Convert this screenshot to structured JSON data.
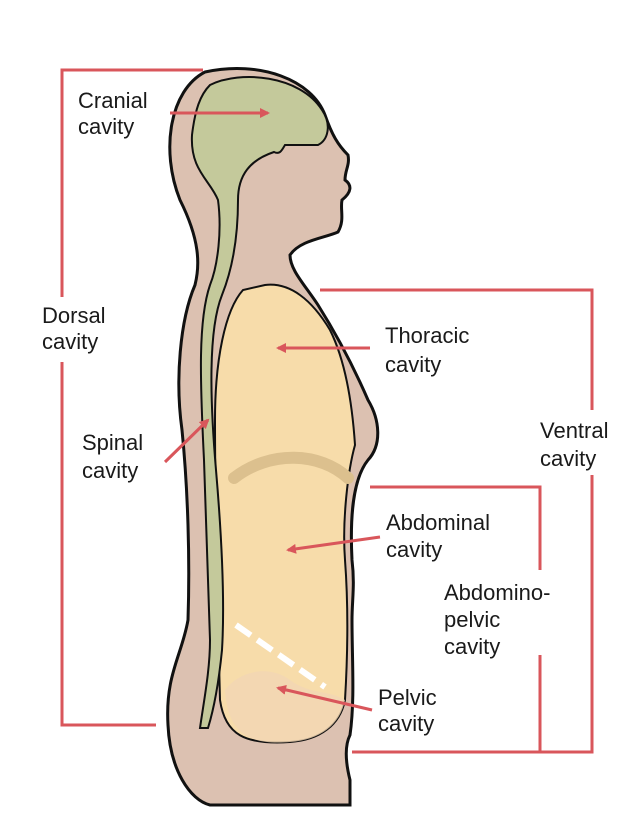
{
  "labels": {
    "cranial": [
      "Cranial",
      "cavity"
    ],
    "dorsal": [
      "Dorsal",
      "cavity"
    ],
    "thoracic": [
      "Thoracic",
      "cavity"
    ],
    "spinal": [
      "Spinal",
      "cavity"
    ],
    "ventral": [
      "Ventral",
      "cavity"
    ],
    "abdominal": [
      "Abdominal",
      "cavity"
    ],
    "abdominopelvic": [
      "Abdomino-",
      "pelvic",
      "cavity"
    ],
    "pelvic": [
      "Pelvic",
      "cavity"
    ]
  },
  "colors": {
    "skin": "#dcc1b1",
    "outline": "#111111",
    "cranial_spinal": "#c4c99b",
    "ventral_fill": "#f7dcaa",
    "bracket": "#d9565b",
    "diaphragm": "#dcc08e",
    "pelvic_divider": "#ffffff"
  }
}
